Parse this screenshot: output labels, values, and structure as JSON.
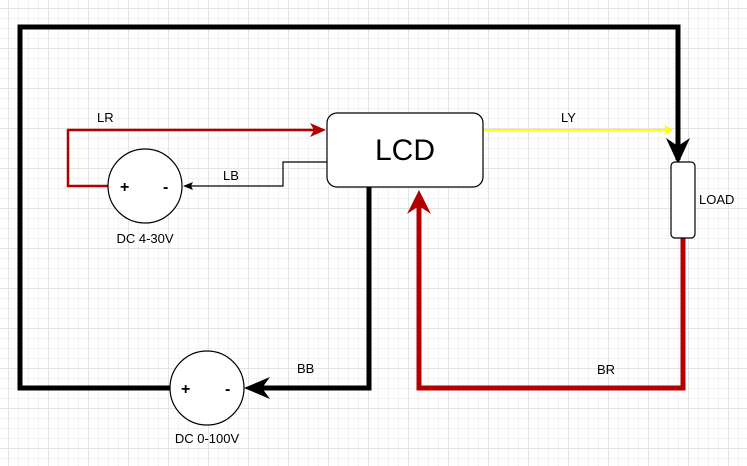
{
  "colors": {
    "black": "#000000",
    "red": "#b20000",
    "yellow": "#ffff00",
    "node_fill": "#ffffff"
  },
  "blocks": {
    "lcd": {
      "label": "LCD"
    },
    "load": {
      "label": "LOAD"
    },
    "source_small": {
      "label": "DC 4-30V",
      "plus": "+",
      "minus": "-"
    },
    "source_large": {
      "label": "DC 0-100V",
      "plus": "+",
      "minus": "-"
    }
  },
  "wires": {
    "lr": {
      "label": "LR",
      "color": "red"
    },
    "lb": {
      "label": "LB",
      "color": "black"
    },
    "ly": {
      "label": "LY",
      "color": "yellow"
    },
    "bb": {
      "label": "BB",
      "color": "black"
    },
    "br": {
      "label": "BR",
      "color": "red"
    },
    "main_loop": {
      "label": "",
      "color": "black"
    }
  }
}
